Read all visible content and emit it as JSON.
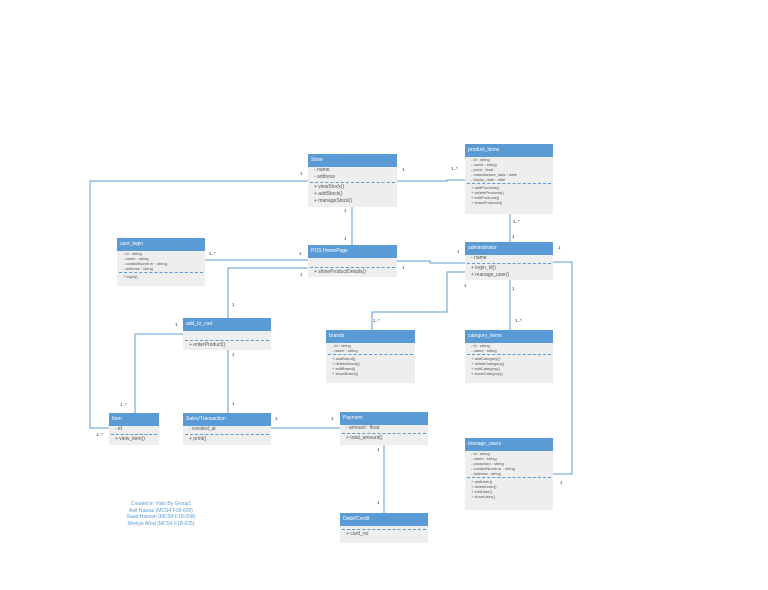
{
  "classes": {
    "store": {
      "name": "Store",
      "attributes": [
        "- name",
        "- address"
      ],
      "methods": [
        "+ viewStock()",
        "+ addStock()",
        "+ manageStock()"
      ]
    },
    "product_items": {
      "name": "product_items",
      "attributes": [
        "- id : string",
        "- name : string",
        "- price : float",
        "- manufacture_date : date",
        "- expiry_date : date"
      ],
      "methods": [
        "+ addProducts()",
        "+ deleteProducts()",
        "+ editProducts()",
        "+ showProducts()"
      ]
    },
    "user_login": {
      "name": "user_login",
      "attributes": [
        "- id : string",
        "- name : string",
        "- contactNumb er : string",
        "- address : string"
      ],
      "methods": [
        "+ login()"
      ]
    },
    "pos_homepage": {
      "name": "POS HomePage",
      "attributes": [],
      "methods": [
        "+ showProductDetails()"
      ]
    },
    "administrator": {
      "name": "administrator",
      "attributes": [
        "- name"
      ],
      "methods": [
        "+ login_id()",
        "+ manage_user()"
      ]
    },
    "add_to_cart": {
      "name": "add_to_cart",
      "attributes": [],
      "methods": [
        "+ enterProduct()"
      ]
    },
    "brands": {
      "name": "brands",
      "attributes": [
        "- id : string",
        "- name : string"
      ],
      "methods": [
        "+ addBrand()",
        "+ deleteBrand()",
        "+ editBrand()",
        "+ showBrand()"
      ]
    },
    "category_items": {
      "name": "category_items",
      "attributes": [
        "- id : string",
        "- name : string"
      ],
      "methods": [
        "+ addCategory()",
        "+ deleteCategory()",
        "+ editCategory()",
        "+ showCategory()"
      ]
    },
    "item": {
      "name": "Item",
      "attributes": [
        "- id"
      ],
      "methods": [
        "+ view_item()"
      ]
    },
    "sales_transaction": {
      "name": "Sales/Transaction",
      "attributes": [
        "- created_at"
      ],
      "methods": [
        "+ print()"
      ]
    },
    "payment": {
      "name": "Payment",
      "attributes": [
        "- amount : float"
      ],
      "methods": [
        "+ total_amount()"
      ]
    },
    "manage_users": {
      "name": "manage_users",
      "attributes": [
        "- id : string",
        "- name : string",
        "- password : string",
        "- contactNumb er : string",
        "- address : string"
      ],
      "methods": [
        "+ addUser()",
        "+ deleteUser()",
        "+ editUser()",
        "+ showUser()"
      ]
    },
    "debit_credit": {
      "name": "Debit/Credit",
      "attributes": [],
      "methods": [
        "+ card_no"
      ]
    }
  },
  "multiplicities": [
    "1",
    "1",
    "1..*",
    "1",
    "1",
    "1..*",
    "1",
    "1",
    "1",
    "1",
    "1",
    "1",
    "1",
    "1..*",
    "1",
    "1..*",
    "1",
    "1",
    "1",
    "1..*",
    "1..*",
    "1",
    "1",
    "1",
    "1",
    "1..*",
    "1",
    "1"
  ],
  "credits": {
    "line1": "Created in Visio By Group1",
    "line2": "Asif Nawaz (MCS4 F18-009)",
    "line3": "Saad Hassan (MCS4 F18-058)",
    "line4": "Moniya Afzal (MCS4 F18-025)"
  },
  "colors": {
    "header": "#5b9bd5",
    "body": "#eeeeee",
    "line": "#5b9bd5"
  }
}
